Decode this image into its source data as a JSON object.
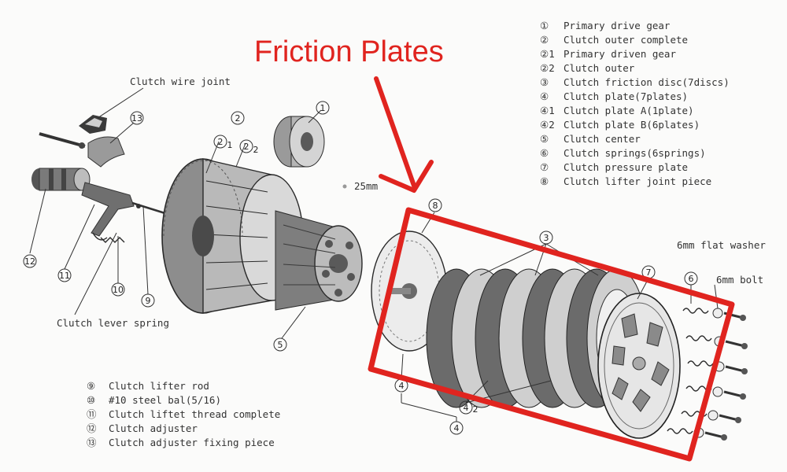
{
  "annotation": {
    "title": "Friction Plates",
    "color": "#e0241f"
  },
  "legend_right": [
    {
      "num": "①",
      "text": "Primary drive gear"
    },
    {
      "num": "②",
      "text": "Clutch outer complete"
    },
    {
      "num": "②1",
      "text": "Primary driven gear"
    },
    {
      "num": "②2",
      "text": "Clutch outer"
    },
    {
      "num": "③",
      "text": "Clutch friction disc(7discs)"
    },
    {
      "num": "④",
      "text": "Clutch plate(7plates)"
    },
    {
      "num": "④1",
      "text": "Clutch plate A(1plate)"
    },
    {
      "num": "④2",
      "text": "Clutch plate B(6plates)"
    },
    {
      "num": "⑤",
      "text": "Clutch center"
    },
    {
      "num": "⑥",
      "text": "Clutch springs(6springs)"
    },
    {
      "num": "⑦",
      "text": "Clutch pressure plate"
    },
    {
      "num": "⑧",
      "text": "Clutch lifter joint piece"
    }
  ],
  "legend_bottom": [
    {
      "num": "⑨",
      "text": "Clutch lifter rod"
    },
    {
      "num": "⑩",
      "text": "#10 steel bal(5/16)"
    },
    {
      "num": "⑪",
      "text": "Clutch liftet thread complete"
    },
    {
      "num": "⑫",
      "text": "Clutch adjuster"
    },
    {
      "num": "⑬",
      "text": "Clutch adjuster fixing piece"
    }
  ],
  "callouts": {
    "clutch_wire_joint": "Clutch wire joint",
    "clutch_lever_spring": "Clutch lever spring",
    "dim_25mm": "25mm",
    "flat_washer": "6mm flat washer",
    "bolt": "6mm bolt"
  },
  "part_numbers": {
    "n1": "1",
    "n2": "2",
    "n21": "2",
    "n22": "2",
    "sub1": "1",
    "sub2": "2",
    "n3": "3",
    "n4a": "4",
    "n4b": "4",
    "n42": "4",
    "sub42": "2",
    "n5": "5",
    "n6": "6",
    "n7": "7",
    "n8": "8",
    "n9": "9",
    "n10": "10",
    "n11": "11",
    "n12": "12",
    "n13": "13"
  }
}
